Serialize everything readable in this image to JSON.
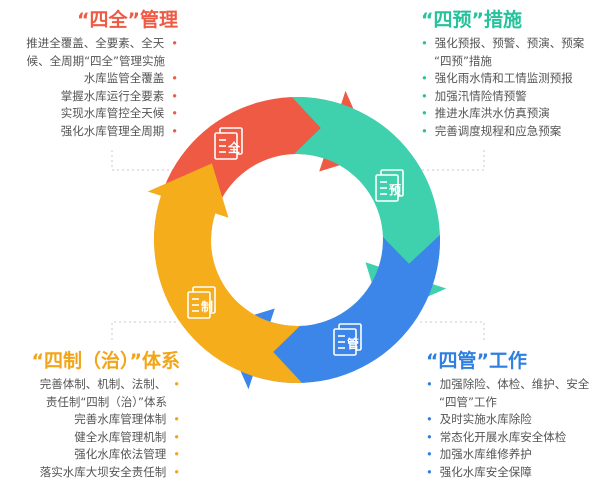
{
  "colors": {
    "red": "#ef5a45",
    "green": "#3fd0ad",
    "blue": "#3b86e8",
    "orange": "#f5ad1b",
    "text": "#555555"
  },
  "quadrants": {
    "tl": {
      "title": "“四全”管理",
      "icon_char": "全",
      "items": [
        {
          "text": "推进全覆盖、全要素、全天",
          "bullet": true
        },
        {
          "text": "候、全周期“四全”管理实施",
          "bullet": false
        },
        {
          "text": "水库监管全覆盖",
          "bullet": true
        },
        {
          "text": "掌握水库运行全要素",
          "bullet": true
        },
        {
          "text": "实现水库管控全天候",
          "bullet": true
        },
        {
          "text": "强化水库管理全周期",
          "bullet": true
        }
      ]
    },
    "tr": {
      "title": "“四预”措施",
      "icon_char": "预",
      "items": [
        {
          "text": "强化预报、预警、预演、预案",
          "bullet": true
        },
        {
          "text": "“四预”措施",
          "bullet": false
        },
        {
          "text": "强化雨水情和工情监测预报",
          "bullet": true
        },
        {
          "text": "加强汛情险情预警",
          "bullet": true
        },
        {
          "text": "推进水库洪水仿真预演",
          "bullet": true
        },
        {
          "text": "完善调度规程和应急预案",
          "bullet": true
        }
      ]
    },
    "bl": {
      "title": "“四制（治）”体系",
      "icon_char": "制",
      "items": [
        {
          "text": "完善体制、机制、法制、",
          "bullet": true
        },
        {
          "text": "责任制“四制（治）”体系",
          "bullet": false
        },
        {
          "text": "完善水库管理体制",
          "bullet": true
        },
        {
          "text": "健全水库管理机制",
          "bullet": true
        },
        {
          "text": "强化水库依法管理",
          "bullet": true
        },
        {
          "text": "落实水库大坝安全责任制",
          "bullet": true
        }
      ]
    },
    "br": {
      "title": "“四管”工作",
      "icon_char": "管",
      "items": [
        {
          "text": "加强除险、体检、维护、安全",
          "bullet": true
        },
        {
          "text": "“四管”工作",
          "bullet": false
        },
        {
          "text": "及时实施水库除险",
          "bullet": true
        },
        {
          "text": "常态化开展水库安全体检",
          "bullet": true
        },
        {
          "text": "加强水库维修养护",
          "bullet": true
        },
        {
          "text": "强化水库安全保障",
          "bullet": true
        }
      ]
    }
  },
  "icons": [
    "document-icon-quan",
    "document-icon-yu",
    "document-icon-guan",
    "document-icon-zhi"
  ]
}
